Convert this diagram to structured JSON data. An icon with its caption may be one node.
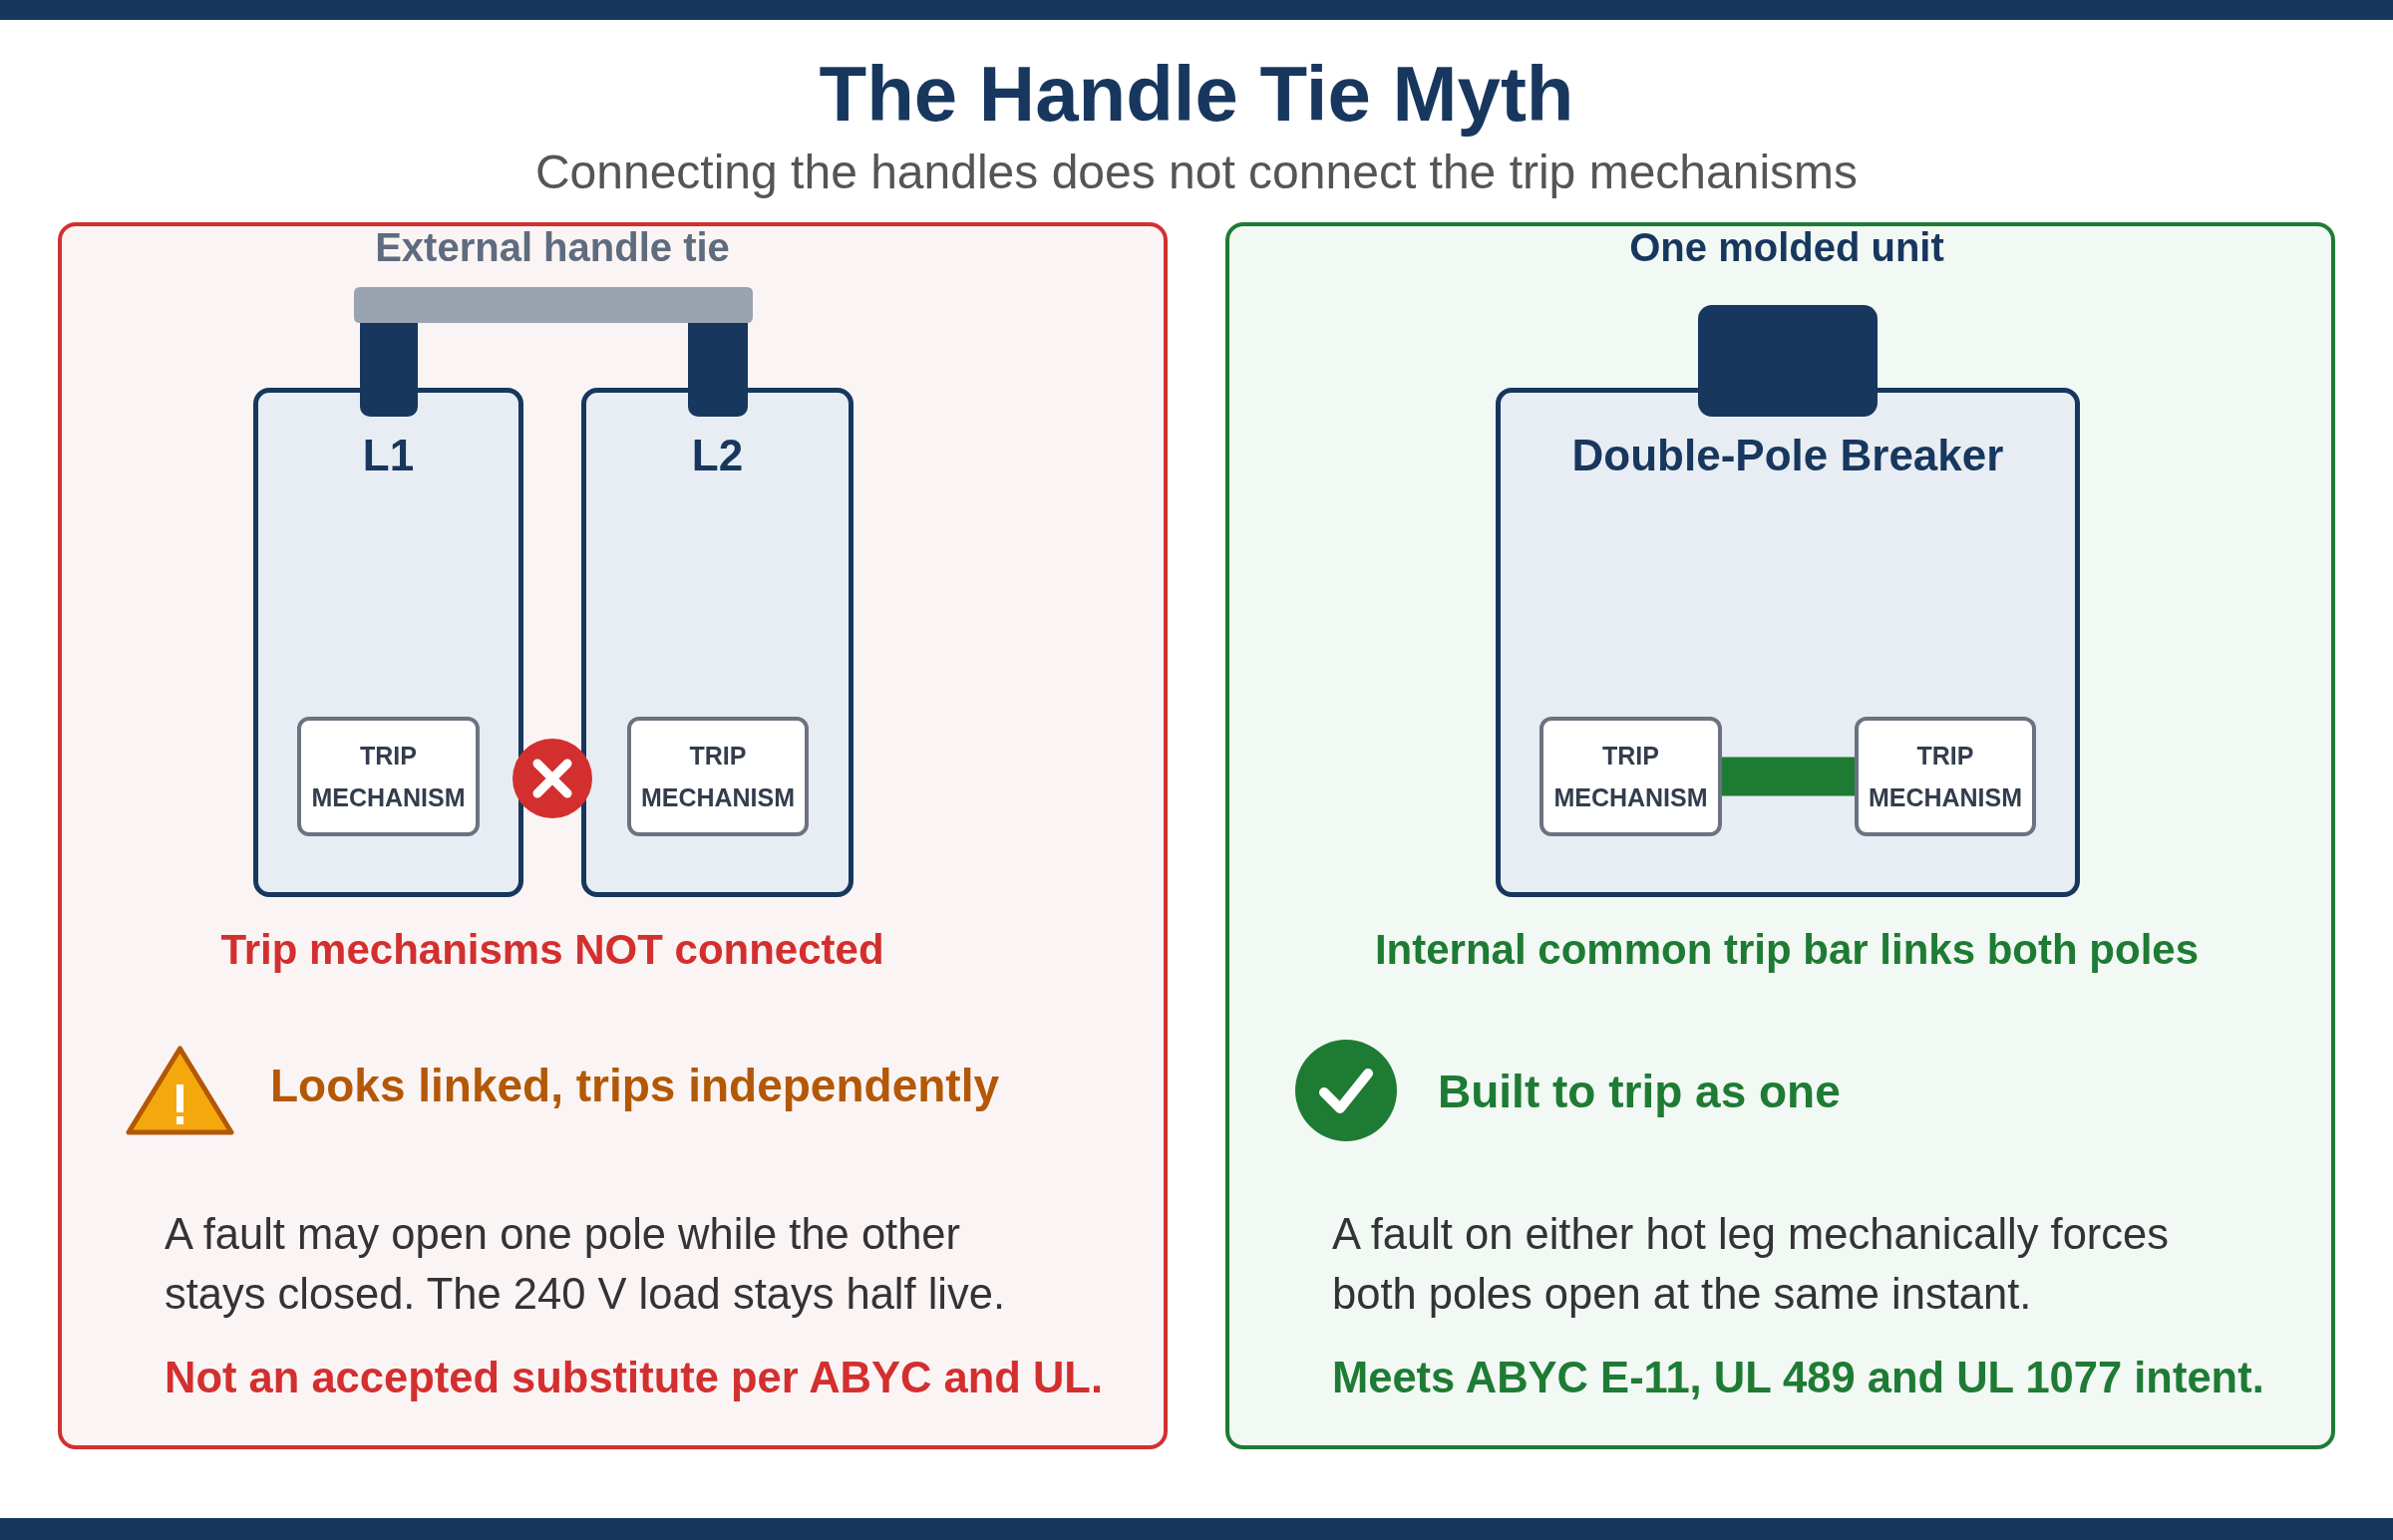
{
  "diagram": {
    "title": "The Handle Tie Myth",
    "nodes": [
      {
        "text": [
          "Trip mechanisms NOT connected",
          "Looks linked, trips independently",
          "A fault may open one pole while the other stays closed. The 240 V load stays half live.",
          "Not an accepted substitute per ABYC and UL."
        ]
      },
      {
        "text": [],
        "shape": "box",
        "in": 0
      },
      {
        "text": [],
        "shape": "box",
        "in": 0
      },
      {
        "text": [
          "L1"
        ],
        "in": 0
      },
      {
        "text": [
          "TRIP MECHANISM"
        ],
        "in": 3
      },
      {
        "text": [
          "L2"
        ],
        "in": 0
      },
      {
        "text": [
          "TRIP MECHANISM"
        ],
        "in": 5
      },
      {
        "text": [
          "One molded unit",
          "Internal common trip bar links both poles",
          "Built to trip as one",
          "A fault on either hot leg mechanically forces both poles open at the same instant.",
          "Meets ABYC E-11, UL 489 and UL 1077 intent."
        ]
      },
      {
        "text": [],
        "shape": "box",
        "in": 7
      },
      {
        "text": [
          "Double-Pole Breaker"
        ],
        "in": 7
      },
      {
        "text": [
          "TRIP MECHANISM"
        ],
        "in": 9
      },
      {
        "text": [
          "TRIP MECHANISM"
        ],
        "in": 9
      }
    ],
    "edges": [
      {
        "from": 1,
        "to": 2,
        "arrow": "none",
        "label": "External handle tie",
        "color": "#9aa3b0"
      },
      {
        "from": 10,
        "to": 11,
        "arrow": "none",
        "color": "#1e7b34"
      }
    ],
    "labels": [
      "Connecting the handles does not connect the trip mechanisms"
    ]
  }
}
